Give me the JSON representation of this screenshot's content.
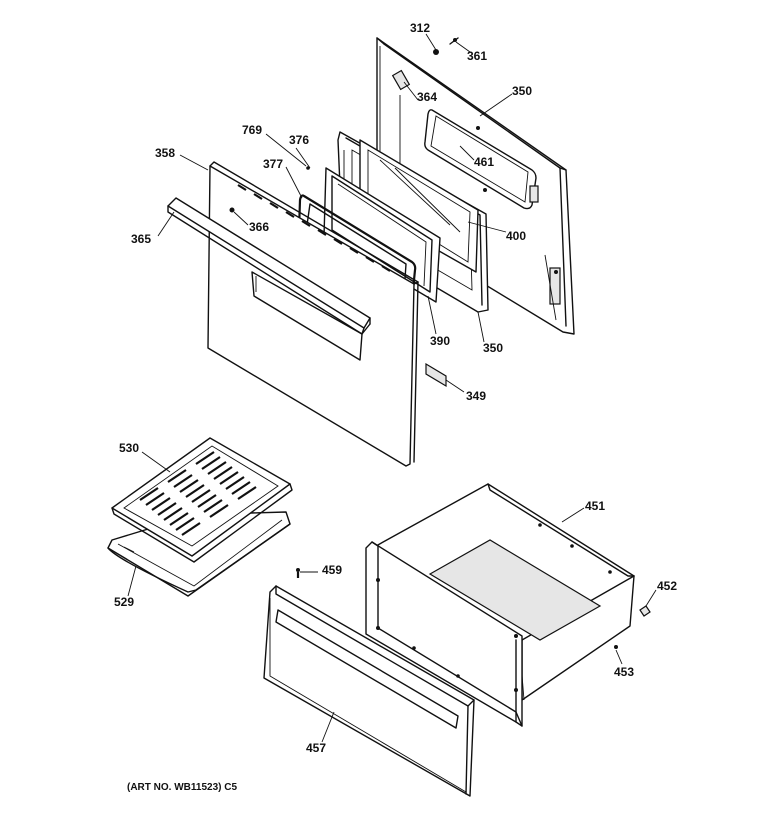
{
  "diagram": {
    "labels": [
      {
        "id": "p312",
        "text": "312"
      },
      {
        "id": "p361",
        "text": "361"
      },
      {
        "id": "p350a",
        "text": "350"
      },
      {
        "id": "p364",
        "text": "364"
      },
      {
        "id": "p769",
        "text": "769"
      },
      {
        "id": "p376",
        "text": "376"
      },
      {
        "id": "p358",
        "text": "358"
      },
      {
        "id": "p461",
        "text": "461"
      },
      {
        "id": "p377",
        "text": "377"
      },
      {
        "id": "p366",
        "text": "366"
      },
      {
        "id": "p365",
        "text": "365"
      },
      {
        "id": "p400",
        "text": "400"
      },
      {
        "id": "p390",
        "text": "390"
      },
      {
        "id": "p350b",
        "text": "350"
      },
      {
        "id": "p349",
        "text": "349"
      },
      {
        "id": "p530",
        "text": "530"
      },
      {
        "id": "p451",
        "text": "451"
      },
      {
        "id": "p459",
        "text": "459"
      },
      {
        "id": "p452",
        "text": "452"
      },
      {
        "id": "p529",
        "text": "529"
      },
      {
        "id": "p453",
        "text": "453"
      },
      {
        "id": "p457",
        "text": "457"
      }
    ],
    "art_number": "(ART NO. WB11523) C5"
  }
}
